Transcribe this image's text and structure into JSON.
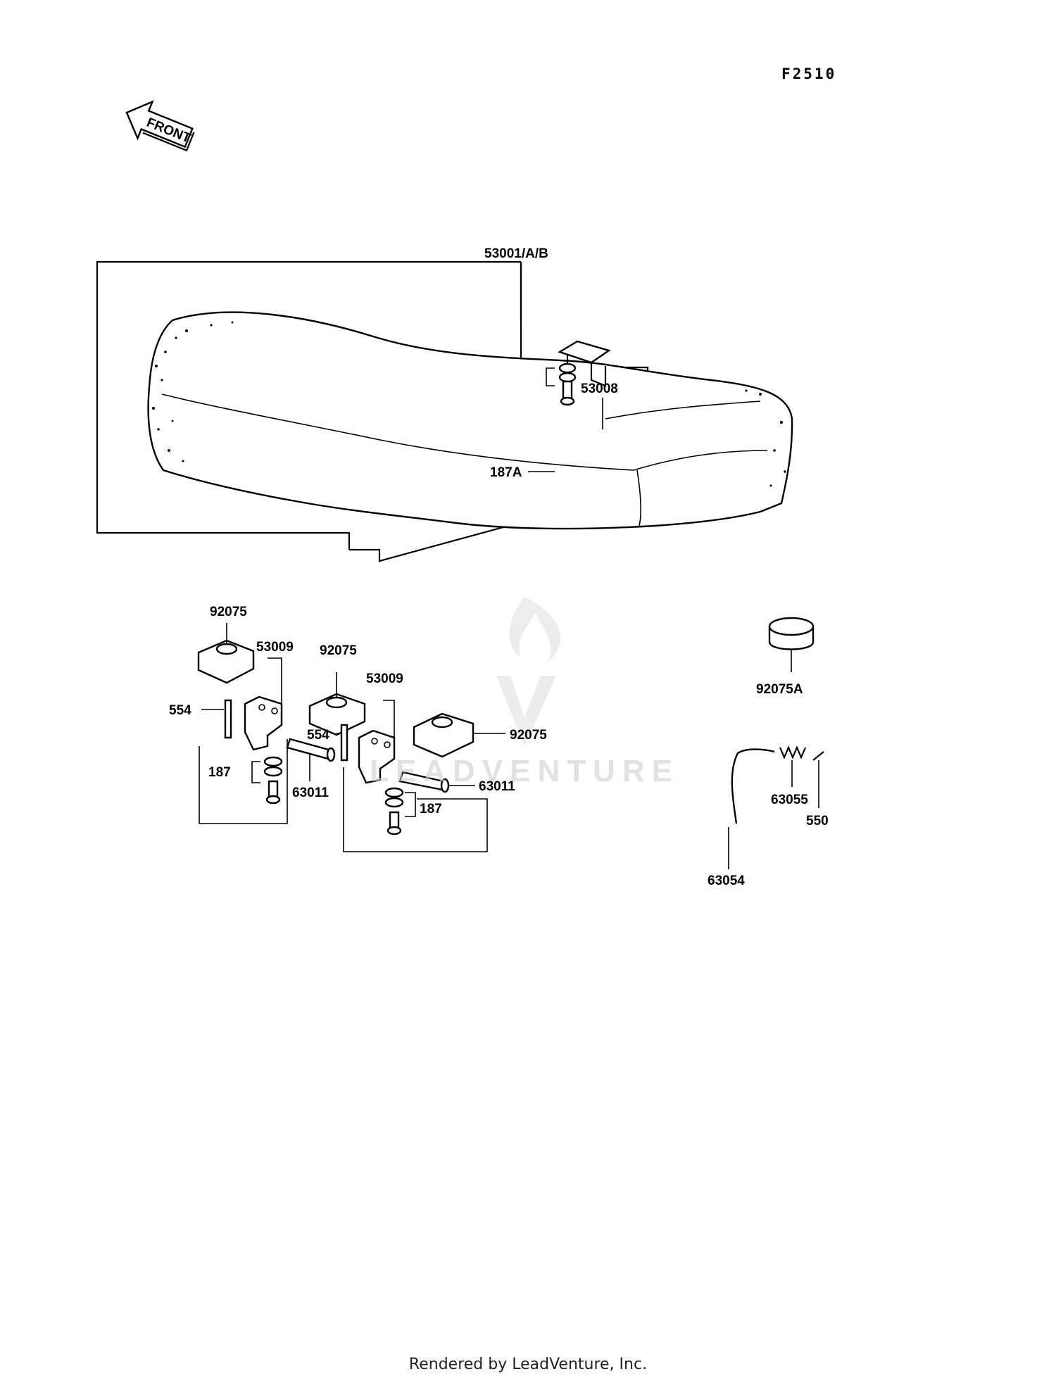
{
  "diagram_code": "F2510",
  "front_label": "FRONT",
  "watermark": "LEADVENTURE",
  "footer": "Rendered by LeadVenture, Inc.",
  "parts": {
    "seat_assembly": "53001/A/B",
    "hook_bracket": "53008",
    "bolt_hook": "187A",
    "damper_left": "92075",
    "damper_mid": "92075",
    "damper_right": "92075",
    "damper_round": "92075A",
    "hinge_left": "53009",
    "hinge_right": "53009",
    "pin_left": "554",
    "pin_right": "554",
    "bolt_left": "187",
    "bolt_right": "187",
    "shaft_left": "63011",
    "shaft_right": "63011",
    "spring": "63055",
    "cotter_pin": "550",
    "lock_rod": "63054"
  }
}
